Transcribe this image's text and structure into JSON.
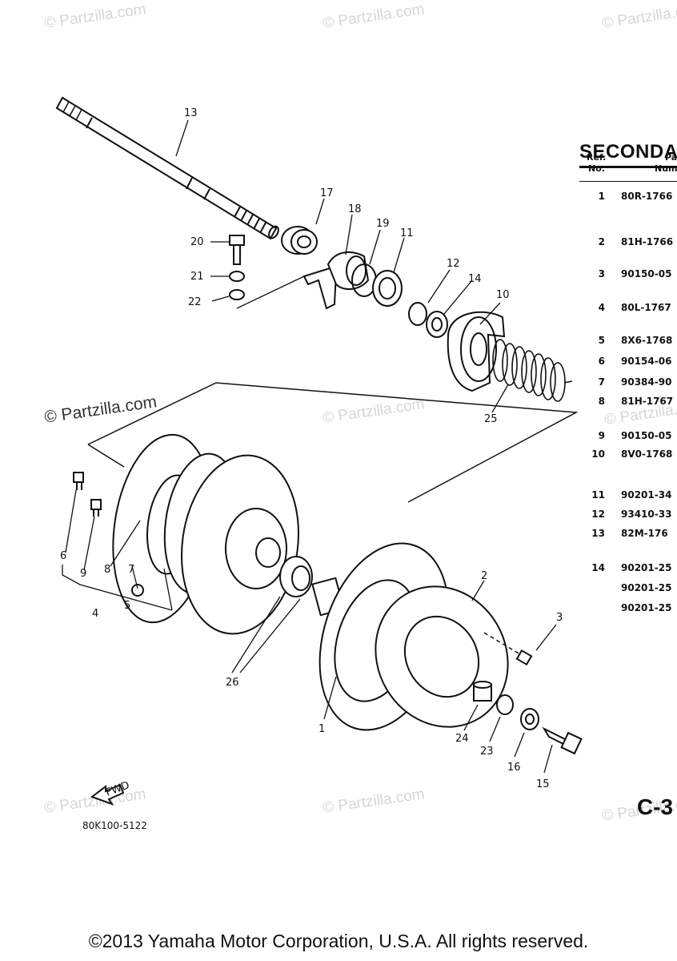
{
  "watermarks": {
    "text": "© Partzilla.com"
  },
  "section": {
    "title": "SECONDA",
    "col_ref": "Ref.",
    "col_no": "No.",
    "col_pa": "Pa",
    "col_num": "Num"
  },
  "parts_list": [
    {
      "ref": "1",
      "part": "80R-1766"
    },
    {
      "ref": "2",
      "part": "81H-1766"
    },
    {
      "ref": "3",
      "part": "90150-05"
    },
    {
      "ref": "4",
      "part": "80L-1767"
    },
    {
      "ref": "5",
      "part": "8X6-1768"
    },
    {
      "ref": "6",
      "part": "90154-06"
    },
    {
      "ref": "7",
      "part": "90384-90"
    },
    {
      "ref": "8",
      "part": "81H-1767"
    },
    {
      "ref": "9",
      "part": "90150-05"
    },
    {
      "ref": "10",
      "part": "8V0-1768"
    },
    {
      "ref": "11",
      "part": "90201-34"
    },
    {
      "ref": "12",
      "part": "93410-33"
    },
    {
      "ref": "13",
      "part": "82M-176"
    },
    {
      "ref": "14",
      "part": "90201-25"
    },
    {
      "ref": "",
      "part": "90201-25"
    },
    {
      "ref": "",
      "part": "90201-25"
    }
  ],
  "callouts": [
    "1",
    "2",
    "3",
    "4",
    "5",
    "6",
    "7",
    "8",
    "9",
    "10",
    "11",
    "12",
    "13",
    "14",
    "15",
    "16",
    "17",
    "18",
    "19",
    "20",
    "21",
    "22",
    "23",
    "24",
    "25",
    "26"
  ],
  "page_label": "C-3",
  "figure_code": "80K100-5122",
  "fwd_label": "FWD",
  "copyright": "©2013 Yamaha Motor Corporation, U.S.A. All rights reserved."
}
